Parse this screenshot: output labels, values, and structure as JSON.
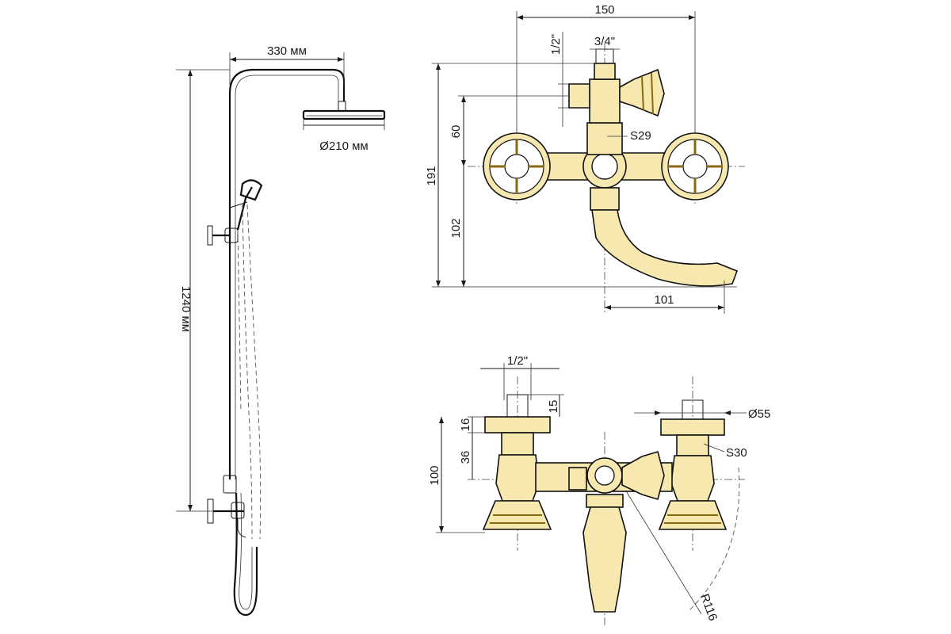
{
  "colors": {
    "line": "#1a1a1a",
    "brass_fill": "#f7e8b0",
    "brass_stroke": "#8a6a10",
    "background": "#ffffff"
  },
  "shower_column": {
    "width_label": "330 мм",
    "head_diameter_label": "Ø210 мм",
    "height_label": "1240 мм"
  },
  "front_view": {
    "width_label": "150",
    "inlet_label": "1/2\"",
    "outlet_label": "3/4\"",
    "nut_label": "S29",
    "upper_height_label": "60",
    "total_height_label": "191",
    "lower_height_label": "102",
    "spout_reach_label": "101"
  },
  "top_view": {
    "inlet_label": "1/2\"",
    "thread_label": "15",
    "depth_a_label": "16",
    "depth_b_label": "36",
    "depth_total_label": "100",
    "flange_label": "Ø55",
    "nut_label": "S30",
    "radius_label": "R116"
  }
}
